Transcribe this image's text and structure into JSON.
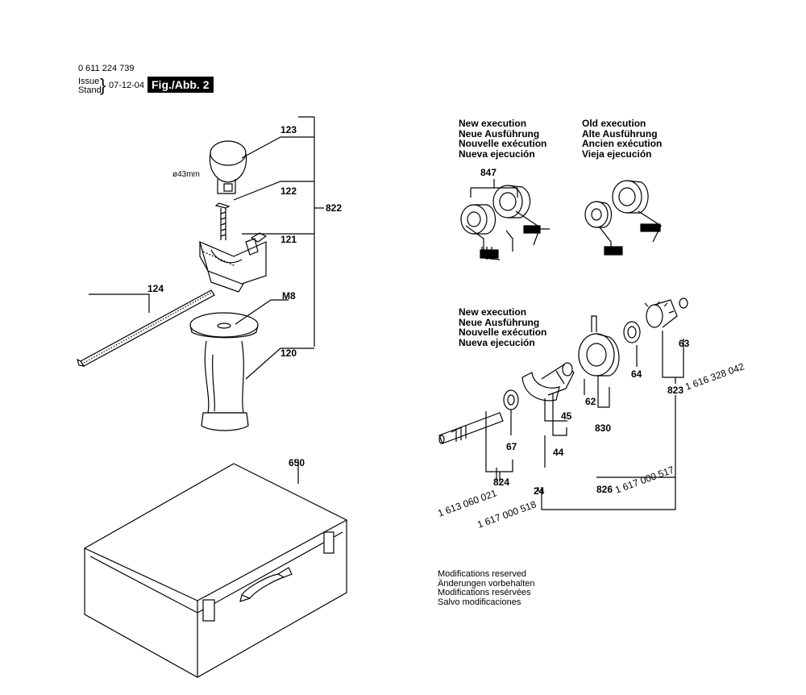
{
  "header": {
    "part_number": "0 611 224 739",
    "issue": "Issue",
    "stand": "Stand",
    "brace": "}",
    "date": "07-12-04",
    "figure": "Fig./Abb. 2"
  },
  "new_execution_top": [
    "New execution",
    "Neue Ausführung",
    "Nouvelle exécution",
    "Nueva ejecución"
  ],
  "old_execution_top": [
    "Old execution",
    "Alte Ausführung",
    "Ancien exécution",
    "Vieja ejecución"
  ],
  "new_execution_mid": [
    "New execution",
    "Neue Ausführung",
    "Nouvelle exécution",
    "Nueva ejecución"
  ],
  "modifications": [
    "Modifications reserved",
    "Änderungen vorbehalten",
    "Modifications resérvées",
    "Salvo modificaciones"
  ],
  "labels": {
    "l123": "123",
    "l122": "122",
    "l121": "121",
    "l822": "822",
    "l124": "124",
    "lm8": "M8",
    "l120": "120",
    "ldia": "ø43mm",
    "l650": "650",
    "l847": "847",
    "l63": "63",
    "l64": "64",
    "l62": "62",
    "l830": "830",
    "l45": "45",
    "l44": "44",
    "l67": "67",
    "l824": "824",
    "l24": "24",
    "l823": "823",
    "l826": "826"
  },
  "part_numbers": {
    "p823": "1 616 328 042",
    "p824": "1 613 060 021",
    "p24": "1 617 000 518",
    "p826": "1 617 000 517"
  }
}
